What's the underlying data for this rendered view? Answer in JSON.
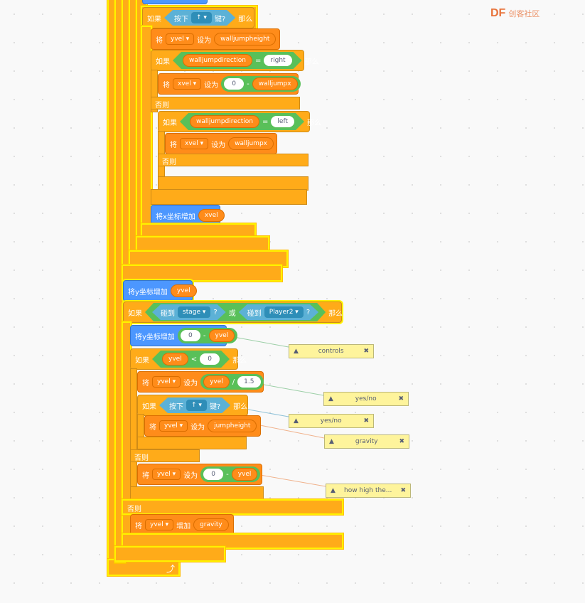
{
  "watermark": {
    "brand": "DF",
    "text": "创客社区"
  },
  "blocks": {
    "top_if_label": "如果",
    "key_pressed_a": "按下",
    "key_up_a": "↑",
    "key_suffix_a": "键?",
    "then": "那么",
    "set": "将",
    "yvel": "yvel",
    "xvel": "xvel",
    "set_to": "设为",
    "walljumpheight": "walljumpheight",
    "walljumpdirection": "walljumpdirection",
    "eq": "=",
    "right": "right",
    "left": "left",
    "zero": "0",
    "minus": "-",
    "walljumpx": "walljumpx",
    "else": "否则",
    "change_x": "将x坐标增加",
    "change_y": "将y坐标增加",
    "touching": "碰到",
    "stage": "stage",
    "player2": "Player2",
    "q": "?",
    "or": "或",
    "lt": "<",
    "div": "/",
    "num_1_5": "1.5",
    "jumpheight": "jumpheight",
    "increase": "增加",
    "gravity": "gravity",
    "loop_arrow": "⤴"
  },
  "comments": [
    {
      "text": "controls"
    },
    {
      "text": "yes/no"
    },
    {
      "text": "yes/no"
    },
    {
      "text": "gravity"
    },
    {
      "text": "how high the..."
    }
  ],
  "comment_close": "✖",
  "comment_toggle": "▲",
  "colors": {
    "control": "#ffab19",
    "variables": "#ff8c1a",
    "motion": "#4c97ff",
    "operators": "#59c059",
    "sensing": "#5cb1d6",
    "highlight": "#fff200"
  }
}
